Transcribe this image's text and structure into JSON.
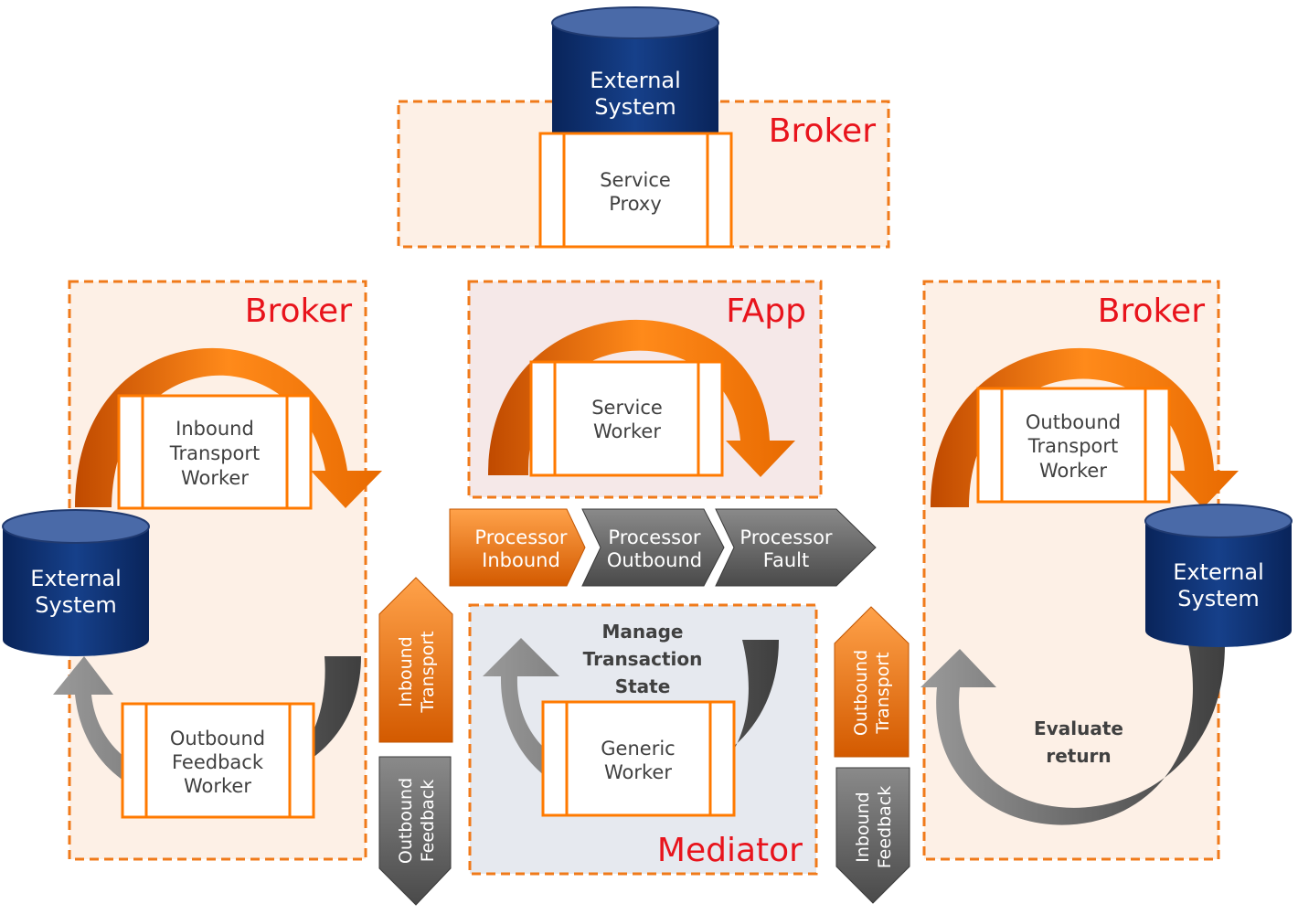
{
  "colors": {
    "orange": "#ff7a00",
    "broker_label": "#e8141c",
    "db_dark": "#0b2a66",
    "db_top": "#4a6aa8",
    "gray_arrow": "#6c6c6c",
    "broker_fill": "#fdf0e6",
    "fapp_fill": "#f5e8e8",
    "mediator_fill": "#e6e9ef"
  },
  "zones": {
    "top_broker": "Broker",
    "left_broker": "Broker",
    "right_broker": "Broker",
    "fapp": "FApp",
    "mediator": "Mediator"
  },
  "databases": {
    "top": [
      "External",
      "System"
    ],
    "left": [
      "External",
      "System"
    ],
    "right": [
      "External",
      "System"
    ]
  },
  "workers": {
    "service_proxy": [
      "Service",
      "Proxy"
    ],
    "inbound_transport": [
      "Inbound",
      "Transport",
      "Worker"
    ],
    "outbound_feedback": [
      "Outbound",
      "Feedback",
      "Worker"
    ],
    "service_worker": [
      "Service",
      "Worker"
    ],
    "outbound_transport": [
      "Outbound",
      "Transport",
      "Worker"
    ],
    "generic_worker": [
      "Generic",
      "Worker"
    ]
  },
  "processors": [
    [
      "Processor",
      "Inbound"
    ],
    [
      "Processor",
      "Outbound"
    ],
    [
      "Processor",
      "Fault"
    ]
  ],
  "side_arrows": {
    "inbound_transport": [
      "Inbound",
      "Transport"
    ],
    "outbound_feedback": [
      "Outbound",
      "Feedback"
    ],
    "outbound_transport": [
      "Outbound",
      "Transport"
    ],
    "inbound_feedback": [
      "Inbound",
      "Feedback"
    ]
  },
  "annotations": {
    "manage_state": [
      "Manage",
      "Transaction",
      "State"
    ],
    "evaluate_return": [
      "Evaluate",
      "return"
    ]
  }
}
